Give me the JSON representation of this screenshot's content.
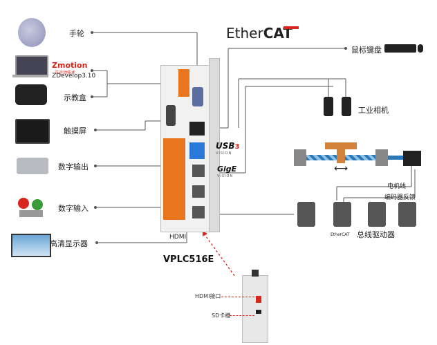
{
  "left_devices": {
    "handwheel": "手轮",
    "zdevelop": "ZDevelop3.10",
    "zmotion_logo": "Zmotion",
    "zmotion_sub": "正运动技术",
    "teach_pendant": "示教盒",
    "touch_screen": "触摸屏",
    "digital_output": "数字输出",
    "digital_input": "数字输入",
    "hd_display": "高清显示器"
  },
  "right_devices": {
    "ethercat_logo": "Ether",
    "ethercat_logo_bold": "CAT",
    "mouse_keyboard": "鼠标键盘",
    "industrial_camera": "工业相机",
    "usb3_logo": "USB",
    "usb3_sup": "3",
    "usb3_sub": "VISION",
    "gige_logo": "GigE",
    "gige_sub": "VISION",
    "motor_line": "电机线",
    "encoder_feedback": "编码器反馈",
    "bus_drive_prefix": "EtherCAT",
    "bus_drive": "总线驱动器"
  },
  "controller": {
    "hdmi_label": "HDMI",
    "model": "VPLC516E"
  },
  "side_view": {
    "hdmi_port": "HDMI接口",
    "sd_slot": "SD卡槽"
  },
  "colors": {
    "line": "#555555",
    "accent_red": "#d9261c",
    "terminal_orange": "#e9761e",
    "belt_blue": "#2a78b8",
    "motor_block": "#d2823a"
  }
}
